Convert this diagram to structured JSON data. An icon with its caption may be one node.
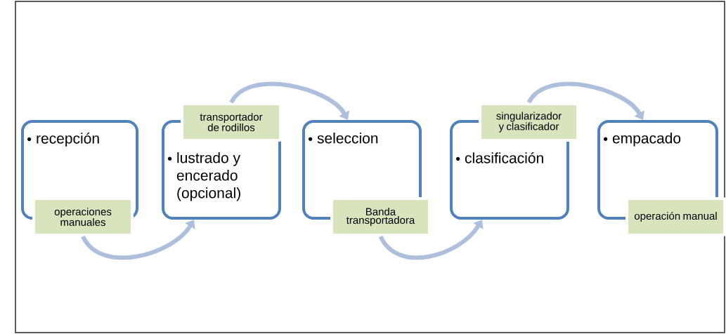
{
  "diagram": {
    "nodes": [
      {
        "text": [
          "recepción"
        ]
      },
      {
        "text": [
          "operaciones manuales"
        ]
      },
      {
        "text": [
          "lustrado y encerado (opcional)"
        ]
      },
      {
        "text": [
          "transportador de rodillos"
        ]
      },
      {
        "text": [
          "seleccion"
        ]
      },
      {
        "text": [
          "Banda transportadora"
        ]
      },
      {
        "text": [
          "clasificación"
        ]
      },
      {
        "text": [
          "singularizador y clasificador"
        ]
      },
      {
        "text": [
          "empacado"
        ]
      },
      {
        "text": [
          "operación manual"
        ]
      }
    ],
    "edges": [
      {
        "from": 1,
        "to": 2,
        "arrow": "to"
      },
      {
        "from": 3,
        "to": 4,
        "arrow": "to"
      },
      {
        "from": 5,
        "to": 6,
        "arrow": "to"
      },
      {
        "from": 7,
        "to": 8,
        "arrow": "to"
      }
    ]
  }
}
